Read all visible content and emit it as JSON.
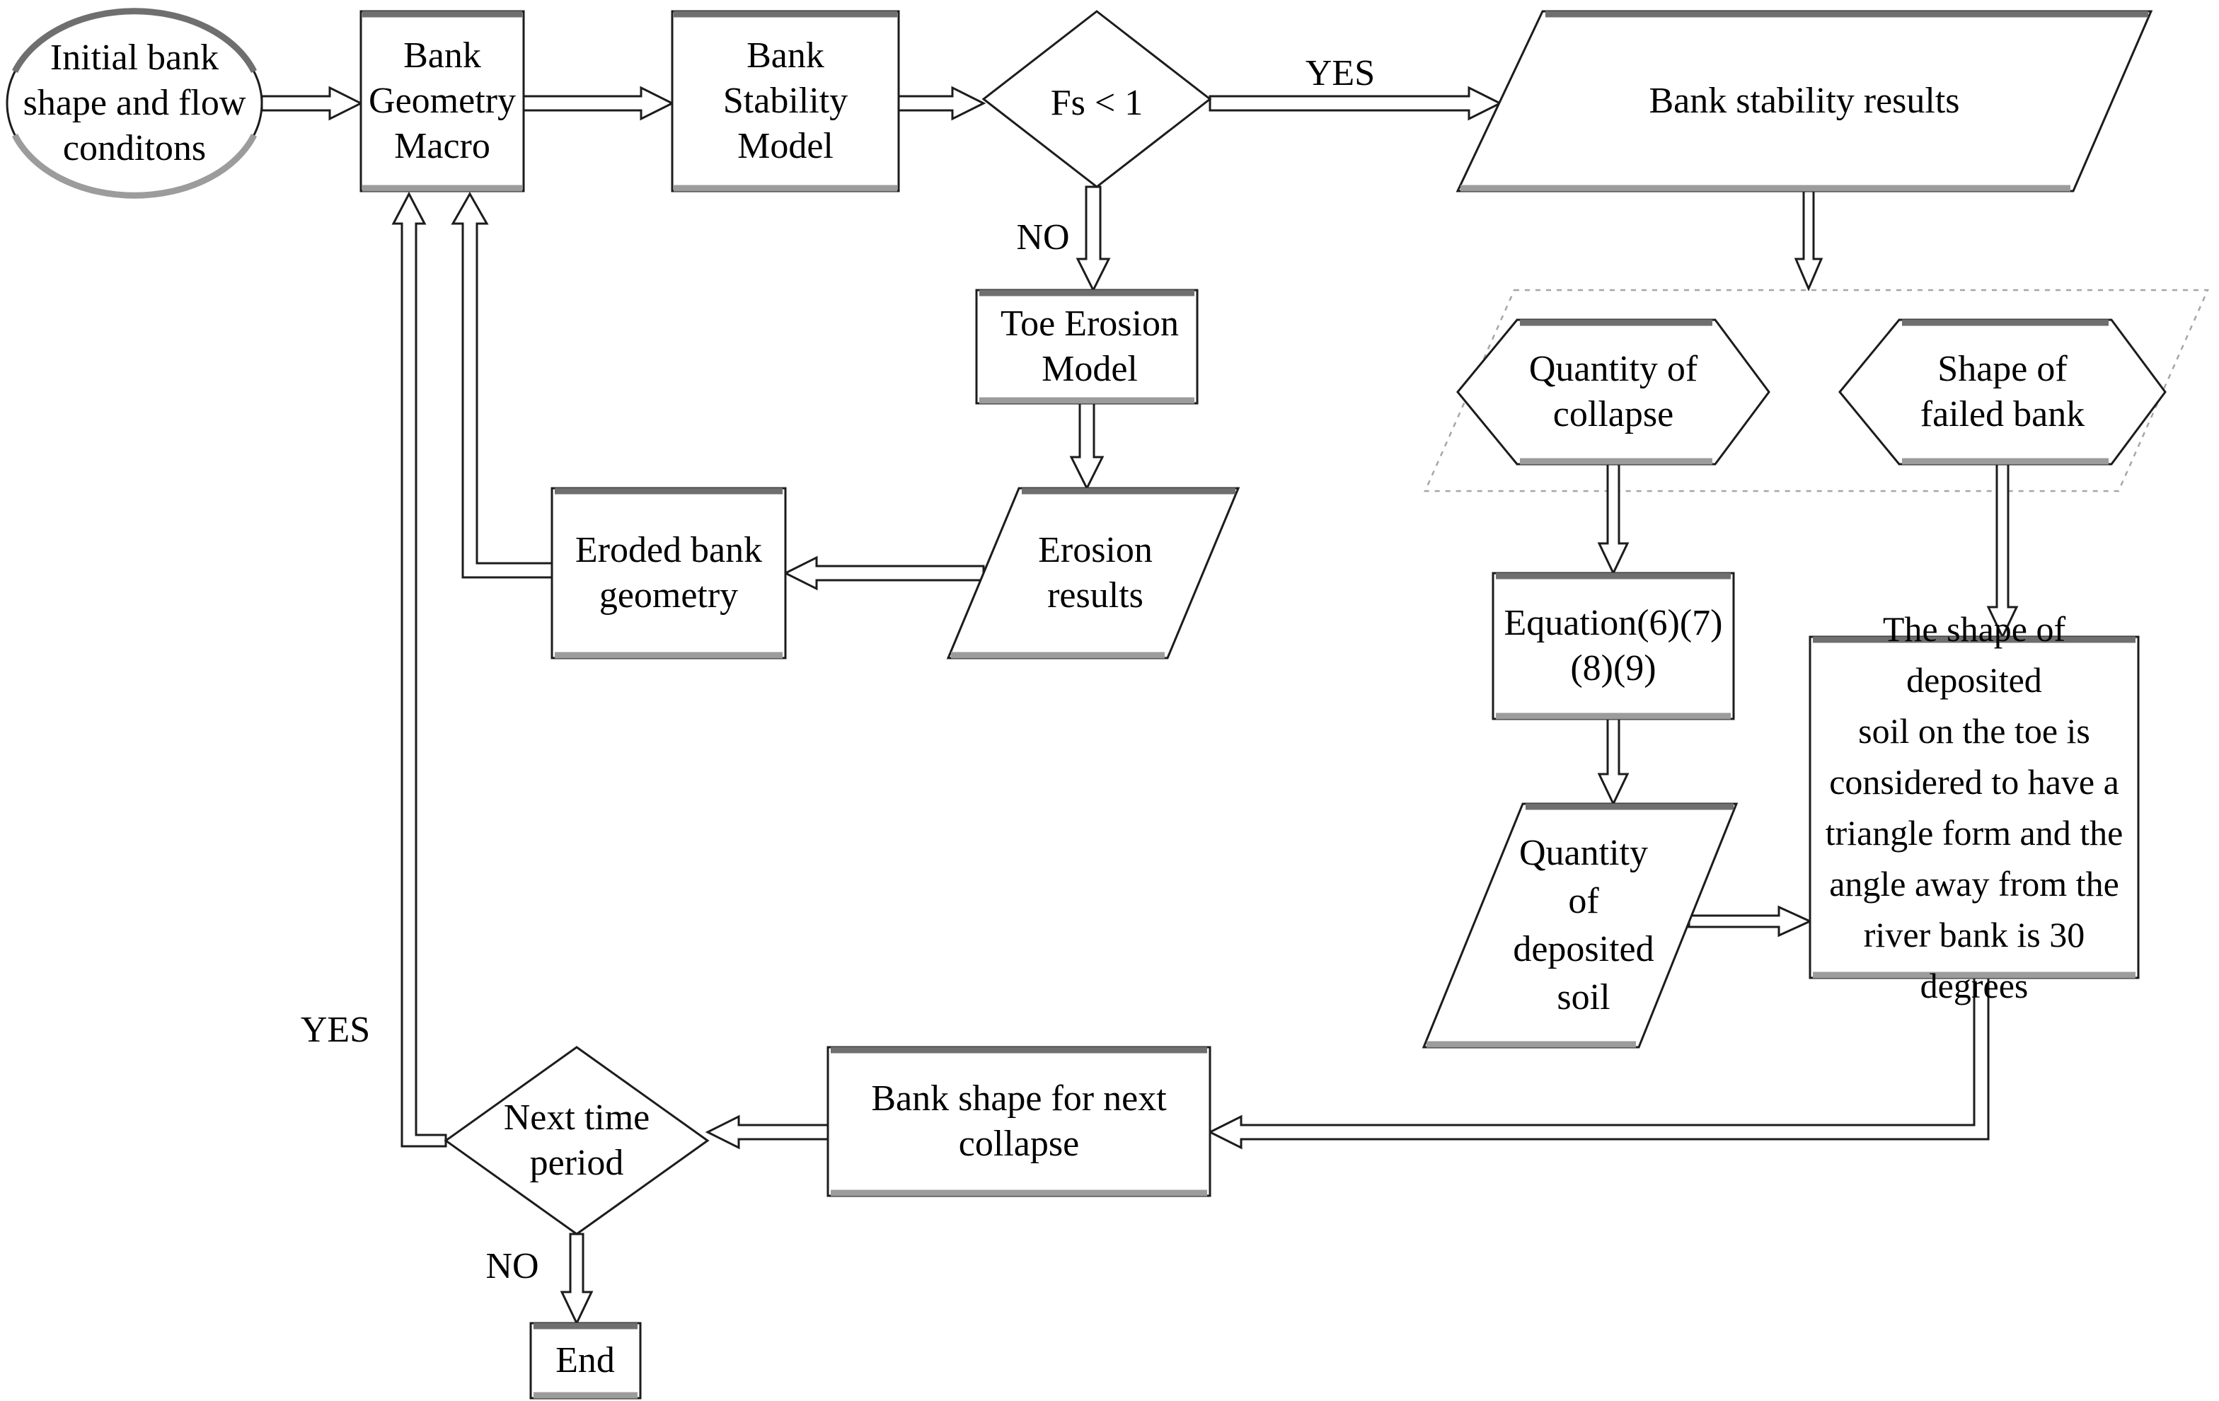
{
  "diagram_type": "flowchart",
  "topic": "Bank stability and toe erosion modelling loop",
  "colors": {
    "background": "#ffffff",
    "stroke": "#1c1c1c",
    "text": "#000000",
    "edge_shadow_top": "#6f6f6f",
    "edge_shadow_bottom": "#9c9c9c",
    "dashed_group": "#a6a6a6"
  },
  "nodes": {
    "initial_conditions": {
      "shape": "oval",
      "label": "Initial bank\nshape and flow\nconditons"
    },
    "bank_geometry_macro": {
      "shape": "rectangle",
      "label": "Bank\nGeometry\nMacro"
    },
    "bank_stability_model": {
      "shape": "rectangle",
      "label": "Bank\nStability\nModel"
    },
    "fs_decision": {
      "shape": "diamond",
      "label": "Fs < 1"
    },
    "bank_stability_results": {
      "shape": "parallelogram",
      "label": "Bank stability results"
    },
    "quantity_of_collapse": {
      "shape": "hexagon",
      "label": "Quantity of\ncollapse"
    },
    "shape_of_failed_bank": {
      "shape": "hexagon",
      "label": "Shape of\nfailed bank"
    },
    "toe_erosion_model": {
      "shape": "rectangle",
      "label": "Toe Erosion\nModel"
    },
    "erosion_results": {
      "shape": "parallelogram",
      "label": "Erosion\nresults"
    },
    "eroded_bank_geometry": {
      "shape": "rectangle",
      "label": "Eroded bank\ngeometry"
    },
    "equations": {
      "shape": "rectangle",
      "label": "Equation(6)(7)\n(8)(9)"
    },
    "quantity_of_deposited_soil": {
      "shape": "parallelogram",
      "label": "Quantity\nof\ndeposited\nsoil"
    },
    "deposited_soil_note": {
      "shape": "rectangle",
      "label": "The shape of deposited\nsoil on the toe is\nconsidered to have a\ntriangle form and the\nangle away from the\nriver bank is 30 degrees"
    },
    "bank_shape_next_collapse": {
      "shape": "rectangle",
      "label": "Bank shape for next\ncollapse"
    },
    "next_time_period": {
      "shape": "diamond",
      "label": "Next time\nperiod"
    },
    "end": {
      "shape": "rectangle",
      "label": "End"
    }
  },
  "edge_labels": {
    "fs_yes": "YES",
    "fs_no": "NO",
    "next_period_yes": "YES",
    "next_period_no": "NO"
  },
  "edges": [
    {
      "from": "initial_conditions",
      "to": "bank_geometry_macro",
      "label": ""
    },
    {
      "from": "bank_geometry_macro",
      "to": "bank_stability_model",
      "label": ""
    },
    {
      "from": "bank_stability_model",
      "to": "fs_decision",
      "label": ""
    },
    {
      "from": "fs_decision",
      "to": "bank_stability_results",
      "label": "YES"
    },
    {
      "from": "fs_decision",
      "to": "toe_erosion_model",
      "label": "NO"
    },
    {
      "from": "toe_erosion_model",
      "to": "erosion_results",
      "label": ""
    },
    {
      "from": "erosion_results",
      "to": "eroded_bank_geometry",
      "label": ""
    },
    {
      "from": "eroded_bank_geometry",
      "to": "bank_geometry_macro",
      "label": ""
    },
    {
      "from": "bank_stability_results",
      "to": "collapse_outputs_group",
      "label": ""
    },
    {
      "from": "quantity_of_collapse",
      "to": "equations",
      "label": ""
    },
    {
      "from": "equations",
      "to": "quantity_of_deposited_soil",
      "label": ""
    },
    {
      "from": "quantity_of_deposited_soil",
      "to": "deposited_soil_note",
      "label": ""
    },
    {
      "from": "shape_of_failed_bank",
      "to": "deposited_soil_note",
      "label": ""
    },
    {
      "from": "deposited_soil_note",
      "to": "bank_shape_next_collapse",
      "label": ""
    },
    {
      "from": "bank_shape_next_collapse",
      "to": "next_time_period",
      "label": ""
    },
    {
      "from": "next_time_period",
      "to": "bank_geometry_macro",
      "label": "YES"
    },
    {
      "from": "next_time_period",
      "to": "end",
      "label": "NO"
    }
  ]
}
